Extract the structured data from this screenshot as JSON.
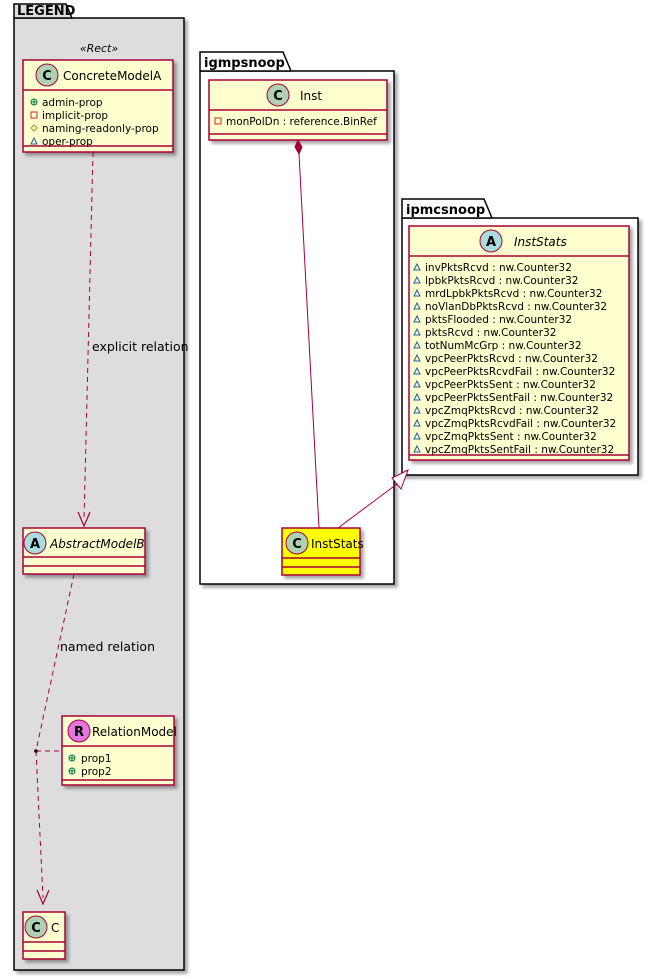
{
  "colors": {
    "class_fill": "#FEFECE",
    "class_border": "#A80036",
    "highlight_fill": "#FFFF00",
    "package_fill": "#FFFFFF",
    "legend_fill": "#DDDDDD",
    "circle_class": "#ADD1B2",
    "circle_abstract": "#A9DCDF",
    "circle_relation": "#E277DE",
    "relation_line": "#A80036"
  },
  "legend": {
    "title": "LEGEND",
    "stereotype": "«Rect»",
    "concrete": {
      "letter": "C",
      "name": "ConcreteModelA",
      "attributes": [
        {
          "visibility": "+",
          "text": "admin-prop"
        },
        {
          "visibility": "-",
          "text": "implicit-prop"
        },
        {
          "visibility": "#",
          "text": "naming-readonly-prop"
        },
        {
          "visibility": "~",
          "text": "oper-prop"
        }
      ]
    },
    "explicit_label": "explicit relation",
    "abstract": {
      "letter": "A",
      "name": "AbstractModelB"
    },
    "named_label": "named relation",
    "relation": {
      "letter": "R",
      "name": "RelationModel",
      "attributes": [
        {
          "visibility": "+",
          "text": "prop1"
        },
        {
          "visibility": "+",
          "text": "prop2"
        }
      ]
    },
    "c": {
      "letter": "C",
      "name": "C"
    }
  },
  "igmpsnoop": {
    "title": "igmpsnoop",
    "inst": {
      "letter": "C",
      "name": "Inst",
      "attributes": [
        {
          "visibility": "-",
          "text": "monPolDn : reference.BinRef"
        }
      ]
    },
    "inststats": {
      "letter": "C",
      "name": "InstStats"
    }
  },
  "ipmcsnoop": {
    "title": "ipmcsnoop",
    "inststats": {
      "letter": "A",
      "name": "InstStats",
      "attributes": [
        {
          "visibility": "~",
          "text": "invPktsRcvd : nw.Counter32"
        },
        {
          "visibility": "~",
          "text": "lpbkPktsRcvd : nw.Counter32"
        },
        {
          "visibility": "~",
          "text": "mrdLpbkPktsRcvd : nw.Counter32"
        },
        {
          "visibility": "~",
          "text": "noVlanDbPktsRcvd : nw.Counter32"
        },
        {
          "visibility": "~",
          "text": "pktsFlooded : nw.Counter32"
        },
        {
          "visibility": "~",
          "text": "pktsRcvd : nw.Counter32"
        },
        {
          "visibility": "~",
          "text": "totNumMcGrp : nw.Counter32"
        },
        {
          "visibility": "~",
          "text": "vpcPeerPktsRcvd : nw.Counter32"
        },
        {
          "visibility": "~",
          "text": "vpcPeerPktsRcvdFail : nw.Counter32"
        },
        {
          "visibility": "~",
          "text": "vpcPeerPktsSent : nw.Counter32"
        },
        {
          "visibility": "~",
          "text": "vpcPeerPktsSentFail : nw.Counter32"
        },
        {
          "visibility": "~",
          "text": "vpcZmqPktsRcvd : nw.Counter32"
        },
        {
          "visibility": "~",
          "text": "vpcZmqPktsRcvdFail : nw.Counter32"
        },
        {
          "visibility": "~",
          "text": "vpcZmqPktsSent : nw.Counter32"
        },
        {
          "visibility": "~",
          "text": "vpcZmqPktsSentFail : nw.Counter32"
        }
      ]
    }
  }
}
